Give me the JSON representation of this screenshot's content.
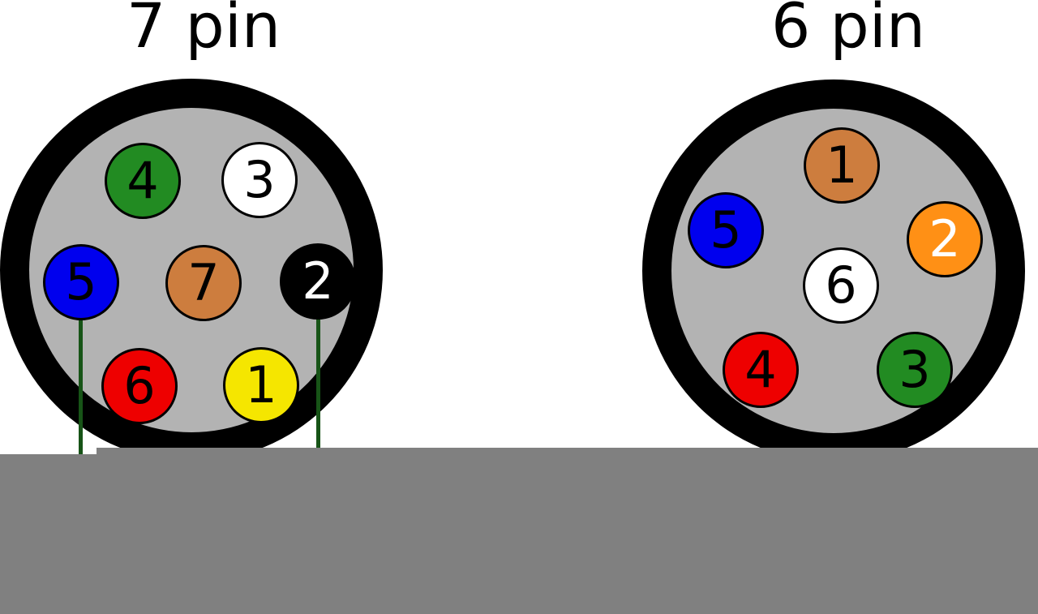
{
  "diagram": {
    "background_color": "#ffffff",
    "connectors": [
      {
        "title": "7 pin",
        "shell_color": "#000000",
        "face_color": "#b3b3b3",
        "pins": [
          {
            "number": "1",
            "color_name": "yellow",
            "color": "#f5e600",
            "text_color": "#000000"
          },
          {
            "number": "2",
            "color_name": "black",
            "color": "#000000",
            "text_color": "#ffffff"
          },
          {
            "number": "3",
            "color_name": "white",
            "color": "#ffffff",
            "text_color": "#000000"
          },
          {
            "number": "4",
            "color_name": "green",
            "color": "#228b22",
            "text_color": "#000000"
          },
          {
            "number": "5",
            "color_name": "blue",
            "color": "#0000ee",
            "text_color": "#000000"
          },
          {
            "number": "6",
            "color_name": "red",
            "color": "#ee0000",
            "text_color": "#000000"
          },
          {
            "number": "7",
            "color_name": "brown",
            "color": "#cd7d3e",
            "text_color": "#000000"
          }
        ]
      },
      {
        "title": "6 pin",
        "shell_color": "#000000",
        "face_color": "#b3b3b3",
        "pins": [
          {
            "number": "1",
            "color_name": "brown",
            "color": "#cd7d3e",
            "text_color": "#000000"
          },
          {
            "number": "2",
            "color_name": "orange",
            "color": "#ff9015",
            "text_color": "#ffffff"
          },
          {
            "number": "3",
            "color_name": "green",
            "color": "#228b22",
            "text_color": "#000000"
          },
          {
            "number": "4",
            "color_name": "red",
            "color": "#ee0000",
            "text_color": "#000000"
          },
          {
            "number": "5",
            "color_name": "blue",
            "color": "#0000ee",
            "text_color": "#000000"
          },
          {
            "number": "6",
            "color_name": "white",
            "color": "#ffffff",
            "text_color": "#000000"
          }
        ]
      }
    ],
    "wires": [
      {
        "from_connector": "7 pin",
        "from_pin": "5",
        "color": "#175417"
      },
      {
        "from_connector": "7 pin",
        "from_pin": "2",
        "color": "#175417"
      }
    ],
    "ground_bar": {
      "color": "#808080"
    }
  }
}
